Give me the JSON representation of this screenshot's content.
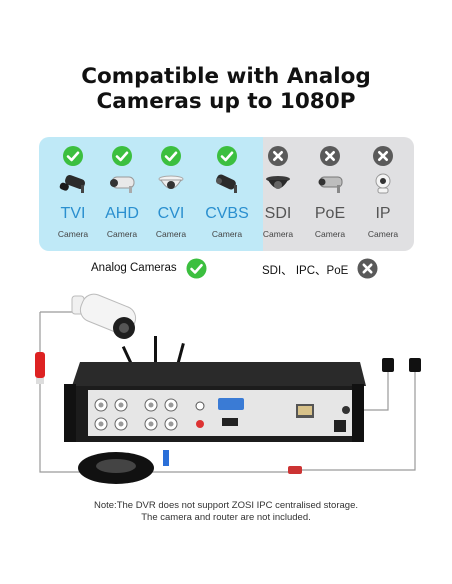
{
  "heading": {
    "line1": "Compatible with Analog",
    "line2": "Cameras up to 1080P"
  },
  "colors": {
    "supported_bg": "#bfe9f7",
    "unsupported_bg": "#e0e0e2",
    "check_green": "#3cbf3f",
    "cross_gray": "#5a5a5a",
    "supported_text": "#2a8fcf"
  },
  "cameras": [
    {
      "name": "TVI",
      "sub": "Camera",
      "supported": true,
      "icon": "bullet-camera-icon"
    },
    {
      "name": "AHD",
      "sub": "Camera",
      "supported": true,
      "icon": "bullet-camera-icon"
    },
    {
      "name": "CVI",
      "sub": "Camera",
      "supported": true,
      "icon": "dome-camera-icon"
    },
    {
      "name": "CVBS",
      "sub": "Camera",
      "supported": true,
      "icon": "bullet-camera-icon"
    },
    {
      "name": "SDI",
      "sub": "Camera",
      "supported": false,
      "icon": "dome-camera-icon"
    },
    {
      "name": "PoE",
      "sub": "Camera",
      "supported": false,
      "icon": "bullet-camera-icon"
    },
    {
      "name": "IP",
      "sub": "Camera",
      "supported": false,
      "icon": "indoor-camera-icon"
    }
  ],
  "legend": {
    "supported_label": "Analog Cameras",
    "unsupported_label": "SDI、 IPC、PoE"
  },
  "note": {
    "line1": "Note:The DVR does not support ZOSI IPC centralised storage.",
    "line2": "The camera and router are not included."
  }
}
